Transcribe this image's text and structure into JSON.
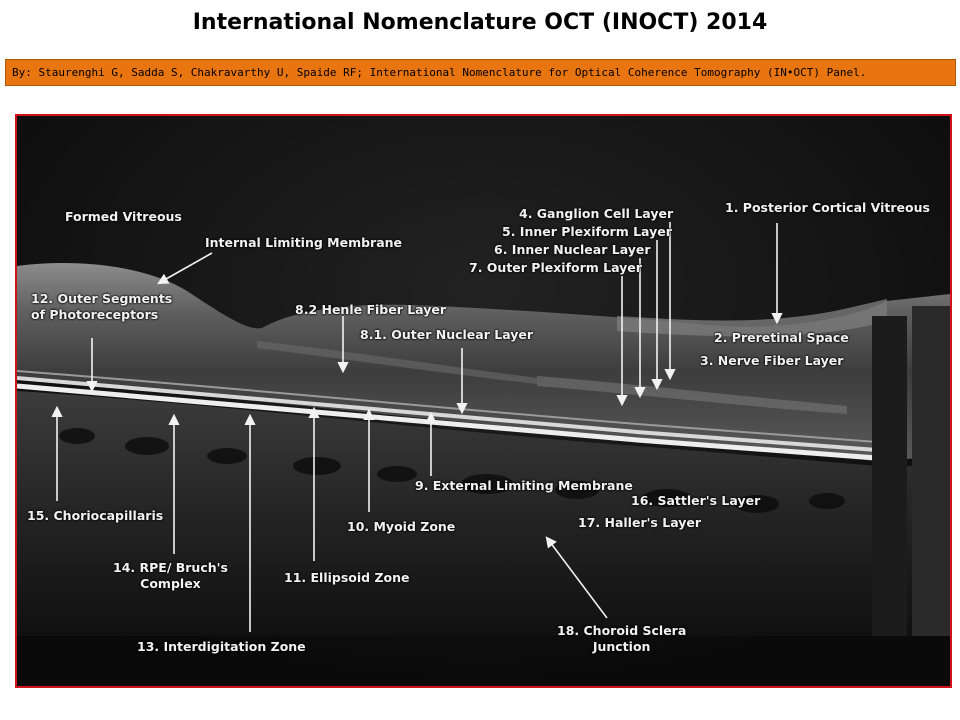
{
  "title": "International Nomenclature OCT (INOCT) 2014",
  "byline": "By: Staurenghi G, Sadda S, Chakravarthy U, Spaide RF; International Nomenclature for Optical Coherence Tomography (IN•OCT) Panel.",
  "colors": {
    "byline_background": "#e8750f",
    "figure_border": "#d0121b",
    "label_text": "#f2f2f2"
  },
  "labels": {
    "formed_vitreous": "Formed Vitreous",
    "internal_limiting_membrane": "Internal Limiting Membrane",
    "outer_segments": "12. Outer Segments\nof Photoreceptors",
    "henle_fiber_layer": "8.2 Henle Fiber Layer",
    "outer_nuclear_layer": "8.1. Outer Nuclear Layer",
    "ganglion_cell_layer": "4. Ganglion Cell Layer",
    "inner_plexiform_layer": "5. Inner Plexiform Layer",
    "inner_nuclear_layer": "6. Inner Nuclear Layer",
    "outer_plexiform_layer": "7. Outer Plexiform Layer",
    "posterior_cortical_vitreous": "1. Posterior Cortical Vitreous",
    "preretinal_space": "2. Preretinal Space",
    "nerve_fiber_layer": "3. Nerve Fiber Layer",
    "choriocapillaris": "15. Choriocapillaris",
    "rpe_bruchs_complex": "14. RPE/ Bruch's\nComplex",
    "interdigitation_zone": "13. Interdigitation Zone",
    "ellipsoid_zone": "11. Ellipsoid Zone",
    "myoid_zone": "10. Myoid Zone",
    "external_limiting_membrane": "9. External Limiting Membrane",
    "sattlers_layer": "16. Sattler's Layer",
    "hallers_layer": "17. Haller's Layer",
    "choroid_sclera_junction": "18. Choroid Sclera\nJunction"
  }
}
